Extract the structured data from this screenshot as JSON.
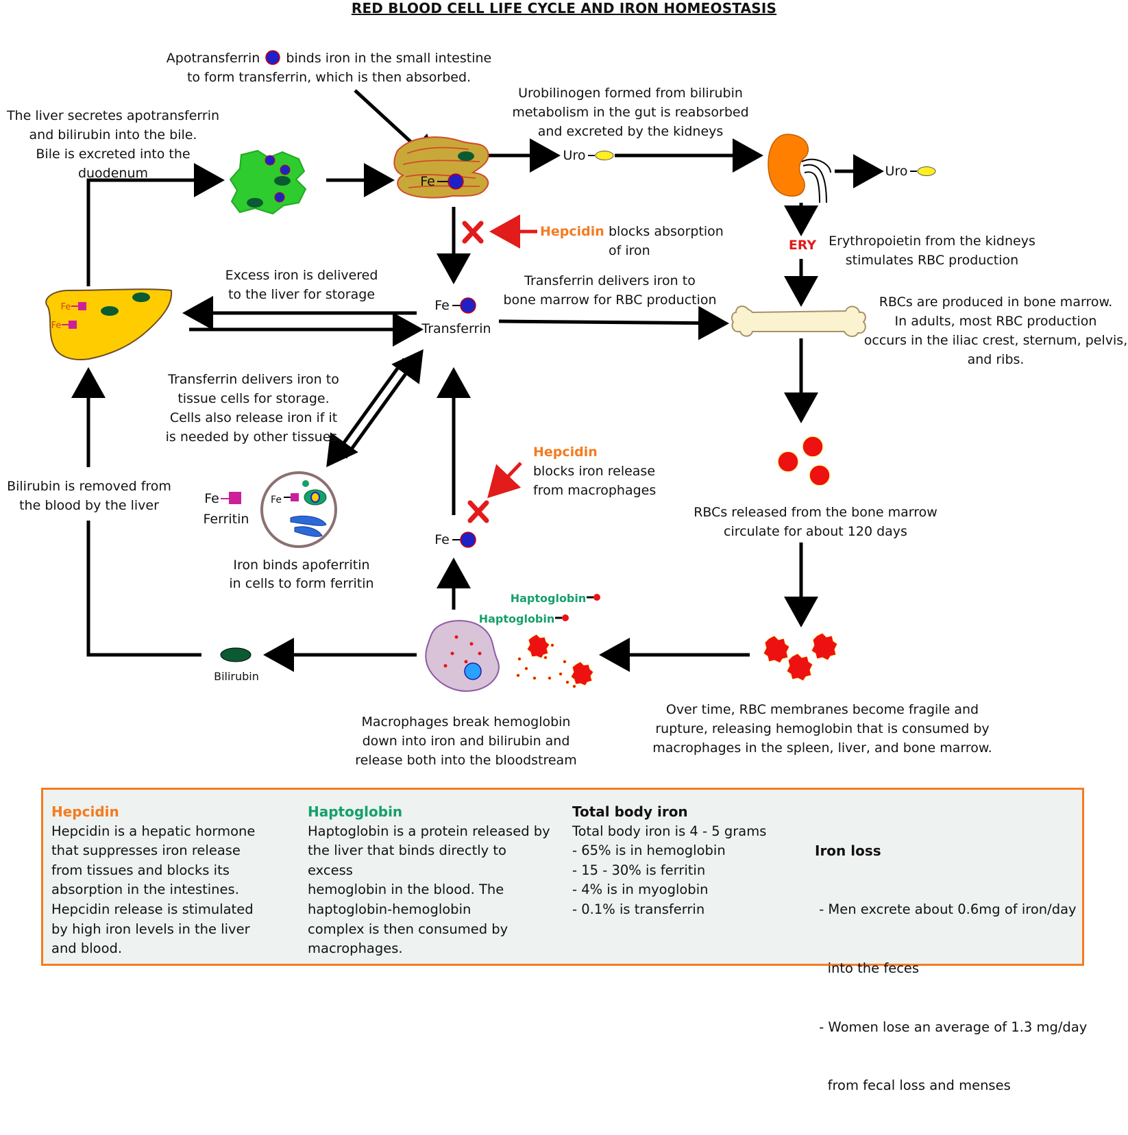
{
  "title": "RED BLOOD CELL LIFE CYCLE AND IRON HOMEOSTASIS",
  "notes": {
    "apotransferrin": {
      "before": "Apotransferrin",
      "after": "binds iron in the small intestine",
      "line2": "to form transferrin, which is then absorbed."
    },
    "liver_secretes": [
      "The liver secretes apotransferrin",
      "and bilirubin into the bile.",
      "Bile is excreted into the duodenum"
    ],
    "urobilinogen": [
      "Urobilinogen formed from bilirubin",
      "metabolism in the gut is reabsorbed",
      "and excreted by the kidneys"
    ],
    "hepcidin_absorption": {
      "name": "Hepcidin",
      "text1": "blocks absorption",
      "text2": "of iron"
    },
    "erythropoietin": [
      "Erythropoietin from the kidneys",
      "stimulates RBC production"
    ],
    "excess_iron": [
      "Excess iron is delivered",
      "to the liver for storage"
    ],
    "transferrin_marrow": [
      "Transferrin delivers iron to",
      "bone marrow for RBC production"
    ],
    "rbc_production": [
      "RBCs are produced in bone marrow.",
      "In adults, most RBC production",
      "occurs in the iliac crest, sternum, pelvis,",
      "and ribs."
    ],
    "transferrin_tissue": [
      "Transferrin delivers iron to",
      "tissue cells for storage.",
      "Cells also release iron if it",
      "is needed by other tissues."
    ],
    "hepcidin_macrophage": {
      "name": "Hepcidin",
      "lines": [
        "blocks iron release",
        "from macrophages"
      ]
    },
    "bilirubin_removed": [
      "Bilirubin is removed from",
      "the blood by the liver"
    ],
    "ferritin": [
      "Iron binds apoferritin",
      "in cells to form ferritin"
    ],
    "rbc_circulate": [
      "RBCs released from the bone marrow",
      "circulate for about 120 days"
    ],
    "macrophages": [
      "Macrophages break hemoglobin",
      "down into iron and bilirubin and",
      "release both into the bloodstream"
    ],
    "membranes": [
      "Over time, RBC membranes become fragile and",
      "rupture, releasing hemoglobin that is consumed by",
      "macrophages in the spleen, liver, and bone marrow."
    ]
  },
  "labels": {
    "fe": "Fe",
    "uro": "Uro",
    "ery": "ERY",
    "transferrin": "Transferrin",
    "ferritin": "Ferritin",
    "bilirubin": "Bilirubin",
    "haptoglobin": "Haptoglobin"
  },
  "legend": {
    "hepcidin": {
      "title": "Hepcidin",
      "lines": [
        "Hepcidin is a hepatic hormone",
        "that suppresses iron release",
        "from tissues and blocks its",
        "absorption in the intestines.",
        "Hepcidin release is stimulated",
        "by high iron levels in the liver",
        "and blood."
      ]
    },
    "haptoglobin": {
      "title": "Haptoglobin",
      "lines": [
        "Haptoglobin is a protein released by",
        "the liver that binds directly to excess",
        "hemoglobin in the blood. The",
        "haptoglobin-hemoglobin",
        "complex is then consumed by",
        "macrophages."
      ]
    },
    "total_iron": {
      "title": "Total body iron",
      "lines": [
        "Total body iron is 4 - 5 grams",
        "- 65% is in hemoglobin",
        "- 15 - 30% is ferritin",
        "- 4% is in myoglobin",
        "- 0.1% is transferrin"
      ]
    },
    "iron_loss": {
      "title": "Iron loss",
      "lines": [
        " - Men excrete about 0.6mg of iron/day",
        "   into the feces",
        " - Women lose an average of 1.3 mg/day",
        "   from fecal loss and menses"
      ]
    }
  },
  "colors": {
    "hepcidin": "#f47b20",
    "haptoglobin": "#14a06b",
    "blocked": "#e21b1b",
    "iron": "#2020c8",
    "ferritin": "#cc1f9a",
    "rbc": "#ee1111"
  }
}
